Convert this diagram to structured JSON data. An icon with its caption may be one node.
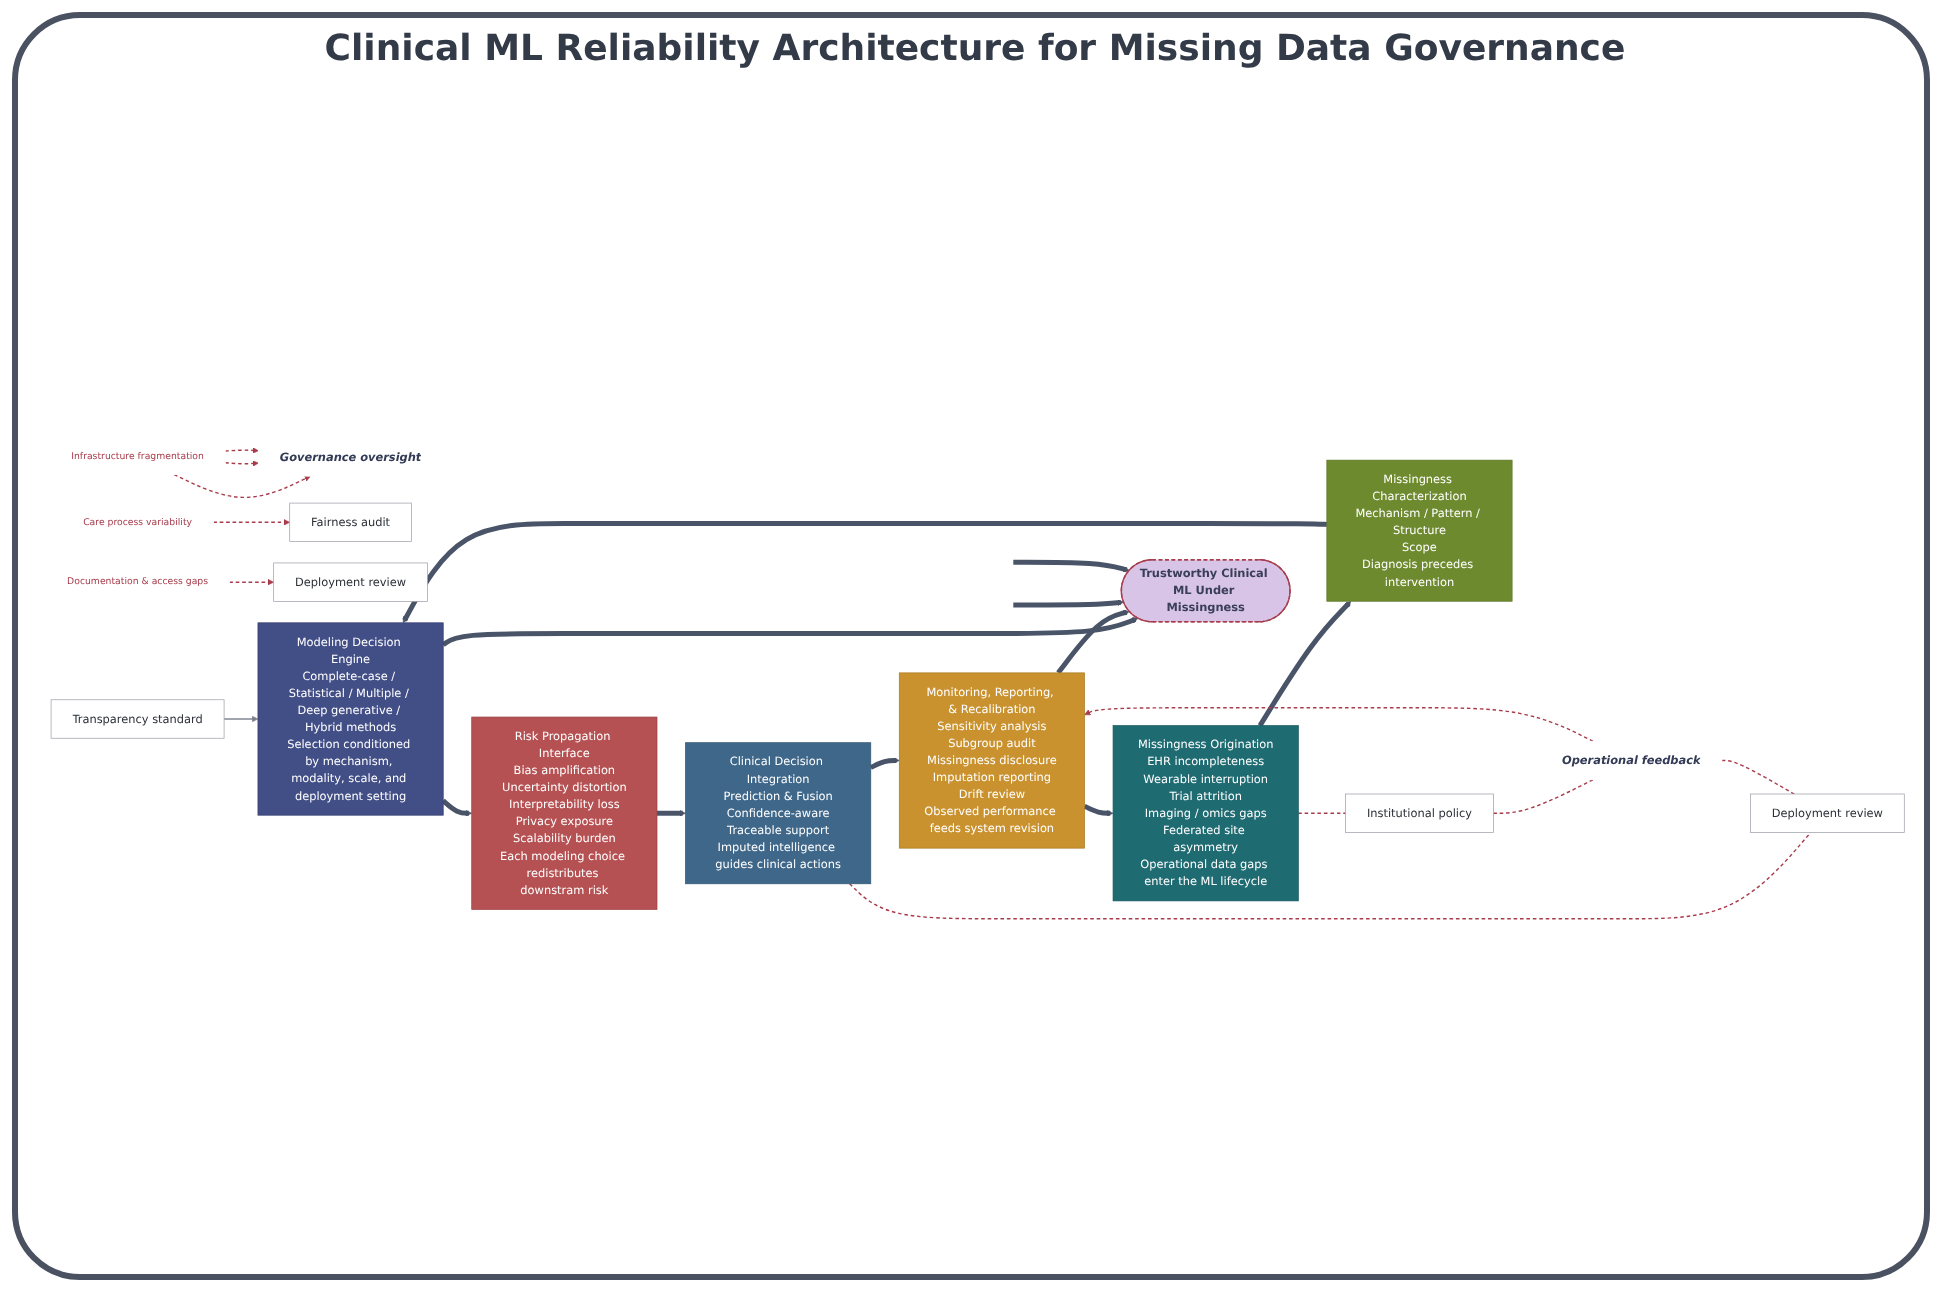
{
  "diagram": {
    "title": "Clinical ML Reliability Architecture for Missing Data Governance",
    "nodes": [
      {
        "text": [
          "Care process variability"
        ]
      },
      {
        "text": [
          "Infrastructure fragmentation"
        ]
      },
      {
        "text": [
          "Documentation & access gaps"
        ]
      },
      {
        "text": [
          "Governance oversight"
        ]
      },
      {
        "text": [
          "Fairness audit"
        ]
      },
      {
        "text": [
          "Transparency standard"
        ]
      },
      {
        "text": [
          "Deployment review"
        ]
      },
      {
        "text": [
          "Missingness Characterization",
          "Mechanism / Pattern / Structure",
          "Scope",
          "Diagnosis precedes intervention"
        ]
      },
      {
        "text": [
          "Modeling Decision Engine",
          "Complete-case / Statistical / Multiple / Deep generative / Hybrid methods",
          "Selection conditioned by mechanism, modality, scale, and deployment setting"
        ]
      },
      {
        "text": [
          "Risk Propagation Interface",
          "Bias amplification",
          "Uncertainty distortion",
          "Interpretability loss",
          "Privacy exposure",
          "Scalability burden",
          "Each modeling choice redistributes downstram risk"
        ]
      },
      {
        "text": [
          "Missingness Origination",
          "EHR incompleteness",
          "Wearable interruption",
          "Trial attrition",
          "Imaging / omics gaps",
          "Federated site asymmetry",
          "Operational data gaps enter the ML lifecycle"
        ]
      },
      {
        "text": [
          "Trustworthy Clinical ML Under Missingness"
        ]
      },
      {
        "text": [
          "Clinical Decision Integration",
          "Prediction & Fusion",
          "Confidence-aware",
          "Traceable support",
          "Imputed intelligence guides clinical actions"
        ]
      },
      {
        "text": [
          "Monitoring, Reporting, & Recalibration",
          "Sensitivity analysis",
          "Subgroup audit",
          "Missingness disclosure",
          "Imputation reporting",
          "Drift review",
          "Observed performance feeds system revision"
        ]
      },
      {
        "text": [
          "Institutional policy"
        ]
      },
      {
        "text": [
          "Deployment review"
        ]
      },
      {
        "text": [
          "Operational feedback"
        ]
      }
    ],
    "edges": [
      {
        "from": 0,
        "to": 4,
        "arrow": "to",
        "style": "dashed",
        "color": "#a83c4c"
      },
      {
        "from": 1,
        "to": 3,
        "arrow": "to",
        "style": "dashed",
        "color": "#a83c4c"
      },
      {
        "from": 1,
        "to": 3,
        "arrow": "to",
        "style": "dashed",
        "color": "#a83c4c"
      },
      {
        "from": 1,
        "to": 3,
        "arrow": "to",
        "style": "dashed",
        "color": "#a83c4c"
      },
      {
        "from": 2,
        "to": 6,
        "arrow": "to",
        "style": "dashed",
        "color": "#a83c4c"
      },
      {
        "from": 5,
        "to": 8,
        "arrow": "to"
      },
      {
        "from": 7,
        "to": 8,
        "arrow": "to",
        "style": "thick",
        "color": "#4a5468"
      },
      {
        "from": 8,
        "to": 9,
        "arrow": "to",
        "style": "thick",
        "color": "#4a5468"
      },
      {
        "from": 9,
        "to": 12,
        "arrow": "to",
        "style": "thick",
        "color": "#4a5468"
      },
      {
        "from": 12,
        "to": 13,
        "arrow": "to",
        "style": "thick",
        "color": "#4a5468"
      },
      {
        "from": 13,
        "to": 10,
        "arrow": "to",
        "style": "thick",
        "color": "#4a5468"
      },
      {
        "from": 10,
        "to": 7,
        "arrow": "to",
        "style": "thick",
        "color": "#4a5468"
      },
      {
        "from": 8,
        "to": 11,
        "arrow": "to",
        "style": "thick",
        "color": "#4a5468"
      },
      {
        "from": 13,
        "to": 11,
        "arrow": "to",
        "style": "thick",
        "color": "#4a5468"
      },
      {
        "from": null,
        "to": 11,
        "arrow": "to",
        "style": "thick",
        "color": "#4a5468"
      },
      {
        "from": null,
        "to": 11,
        "arrow": "to",
        "style": "thick",
        "color": "#4a5468"
      },
      {
        "from": 10,
        "to": 14,
        "arrow": "none",
        "style": "dashed",
        "color": "#a83c4c"
      },
      {
        "from": 12,
        "to": 15,
        "arrow": "none",
        "style": "dashed",
        "color": "#a83c4c"
      },
      {
        "from": 14,
        "to": 16,
        "arrow": "none",
        "style": "dashed",
        "color": "#a83c4c"
      },
      {
        "from": 16,
        "to": 15,
        "arrow": "none",
        "style": "dashed",
        "color": "#a83c4c"
      },
      {
        "from": 16,
        "to": 13,
        "arrow": "to",
        "style": "dashed",
        "color": "#a83c4c"
      }
    ]
  }
}
